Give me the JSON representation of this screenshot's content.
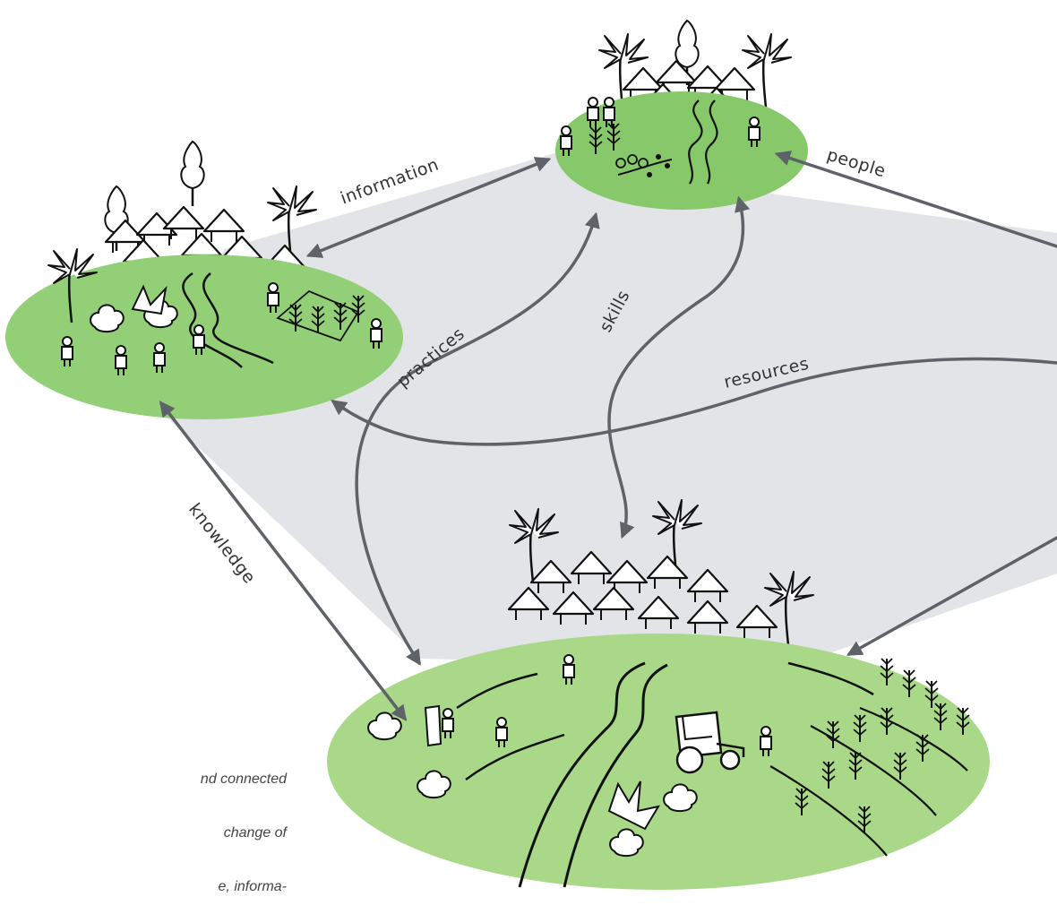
{
  "flows": {
    "information": "information",
    "people": "people",
    "skills": "skills",
    "practices": "practices",
    "resources": "resources",
    "knowledge": "knowledge"
  },
  "caption": {
    "line1": "nd connected",
    "line2": "change of",
    "line3": "e, informa-"
  },
  "colors": {
    "band": "#e3e4e8",
    "arrow": "#5f6268",
    "village_dark": "#8ccb72",
    "village_light": "#a9d888"
  },
  "icons": {
    "village": "village-icon",
    "hut": "hut-icon",
    "tree": "tree-icon",
    "palm": "palm-tree-icon",
    "person": "person-icon",
    "crops": "crops-icon",
    "tractor": "tractor-icon",
    "river": "river-icon"
  }
}
